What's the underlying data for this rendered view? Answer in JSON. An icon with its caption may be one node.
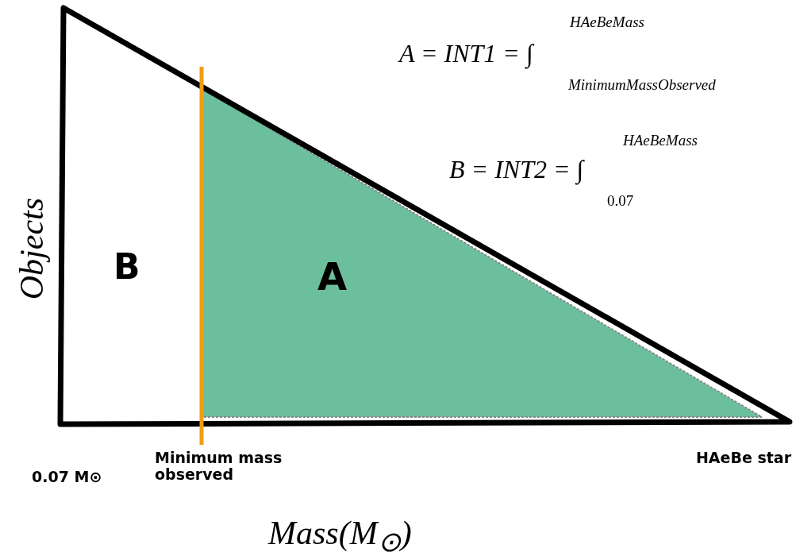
{
  "diagram": {
    "labels": [
      "HAeBeMass",
      "A = INT1 = ∫",
      "MinimumMassObserved",
      "HAeBeMass",
      "B = INT2 = ∫",
      "0.07",
      "Objects",
      "B",
      "A",
      "0.07 M⊙",
      "Minimum mass observed",
      "HAeBe star",
      "Mass(M$_{⊙}$)"
    ]
  }
}
